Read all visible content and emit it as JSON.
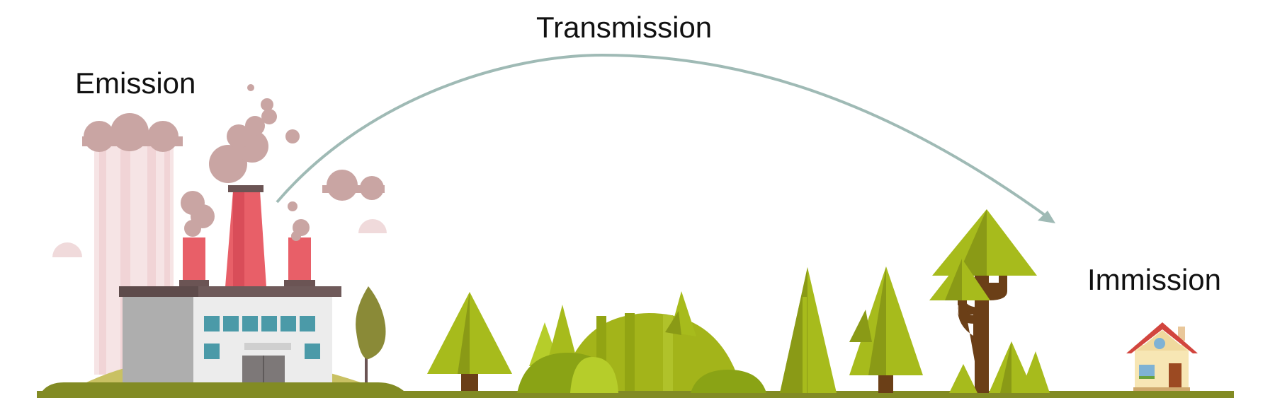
{
  "labels": {
    "emission": "Emission",
    "transmission": "Transmission",
    "immission": "Immission"
  },
  "colors": {
    "arrow": "#9fbab5",
    "ground": "#828b24",
    "smoke": "#c9a5a3",
    "chimney": "#e85f68",
    "tree_light": "#a7bb1c",
    "tree_dark": "#8a9a16",
    "trunk": "#6b3f17"
  }
}
